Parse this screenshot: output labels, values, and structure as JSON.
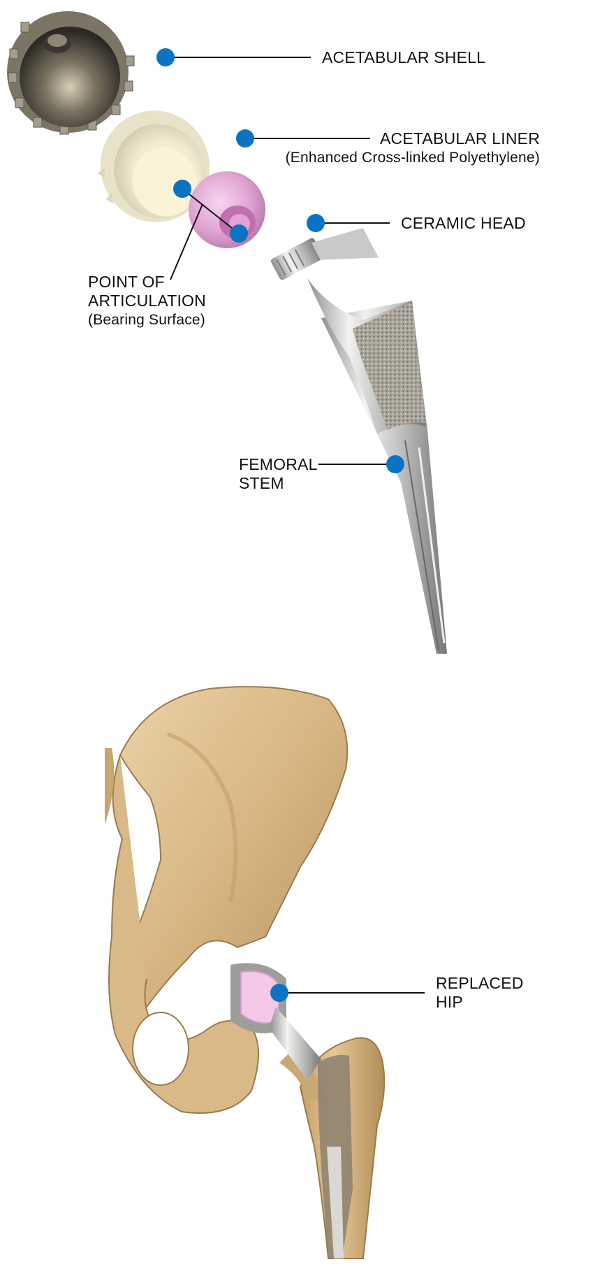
{
  "colors": {
    "marker": "#0a74c4",
    "leader_line": "#111111",
    "bone": "#d8b987",
    "ceramic": "#e2a7d4",
    "liner": "#f2eedc",
    "shell": "#5e584c",
    "titanium": "#b6b7b4"
  },
  "labels": {
    "acetabular_shell": "ACETABULAR SHELL",
    "acetabular_liner": "ACETABULAR LINER",
    "acetabular_liner_note": "(Enhanced Cross-linked Polyethylene)",
    "ceramic_head": "CERAMIC HEAD",
    "articulation_line1": "POINT OF",
    "articulation_line2": "ARTICULATION",
    "articulation_note": "(Bearing Surface)",
    "femoral_line1": "FEMORAL",
    "femoral_line2": "STEM",
    "replaced_line1": "REPLACED",
    "replaced_line2": "HIP"
  }
}
